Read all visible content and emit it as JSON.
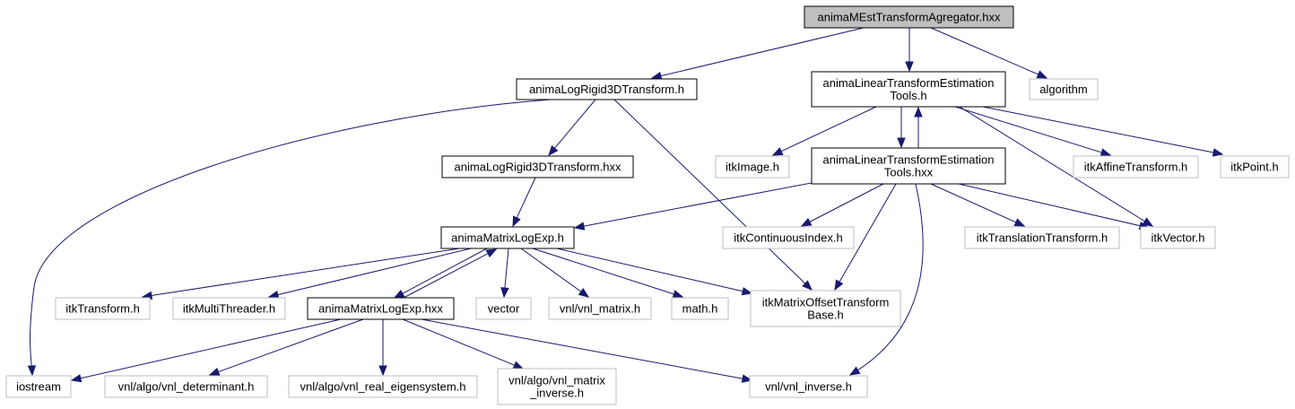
{
  "graph": {
    "nodes": {
      "root": {
        "lines": [
          "animaMEstTransformAgregator.hxx"
        ],
        "kind": "root"
      },
      "logrigid_h": {
        "lines": [
          "animaLogRigid3DTransform.h"
        ],
        "kind": "local"
      },
      "linear_tools_h": {
        "lines": [
          "animaLinearTransformEstimation",
          "Tools.h"
        ],
        "kind": "local"
      },
      "algorithm": {
        "lines": [
          "algorithm"
        ],
        "kind": "external"
      },
      "logrigid_hxx": {
        "lines": [
          "animaLogRigid3DTransform.hxx"
        ],
        "kind": "local"
      },
      "itkImage": {
        "lines": [
          "itkImage.h"
        ],
        "kind": "external"
      },
      "linear_tools_hxx": {
        "lines": [
          "animaLinearTransformEstimation",
          "Tools.hxx"
        ],
        "kind": "local"
      },
      "itkAffine": {
        "lines": [
          "itkAffineTransform.h"
        ],
        "kind": "external"
      },
      "itkPoint": {
        "lines": [
          "itkPoint.h"
        ],
        "kind": "external"
      },
      "matrixlogexp_h": {
        "lines": [
          "animaMatrixLogExp.h"
        ],
        "kind": "local"
      },
      "itkContinuousIndex": {
        "lines": [
          "itkContinuousIndex.h"
        ],
        "kind": "external"
      },
      "itkTranslation": {
        "lines": [
          "itkTranslationTransform.h"
        ],
        "kind": "external"
      },
      "itkVector": {
        "lines": [
          "itkVector.h"
        ],
        "kind": "external"
      },
      "itkTransform": {
        "lines": [
          "itkTransform.h"
        ],
        "kind": "external"
      },
      "itkMultiThreader": {
        "lines": [
          "itkMultiThreader.h"
        ],
        "kind": "external"
      },
      "matrixlogexp_hxx": {
        "lines": [
          "animaMatrixLogExp.hxx"
        ],
        "kind": "local"
      },
      "vector": {
        "lines": [
          "vector"
        ],
        "kind": "external"
      },
      "vnl_matrix": {
        "lines": [
          "vnl/vnl_matrix.h"
        ],
        "kind": "external"
      },
      "math": {
        "lines": [
          "math.h"
        ],
        "kind": "external"
      },
      "itkMatrixOffset": {
        "lines": [
          "itkMatrixOffsetTransform",
          "Base.h"
        ],
        "kind": "external"
      },
      "iostream": {
        "lines": [
          "iostream"
        ],
        "kind": "external"
      },
      "vnl_determinant": {
        "lines": [
          "vnl/algo/vnl_determinant.h"
        ],
        "kind": "external"
      },
      "vnl_eigensystem": {
        "lines": [
          "vnl/algo/vnl_real_eigensystem.h"
        ],
        "kind": "external"
      },
      "vnl_matrix_inverse": {
        "lines": [
          "vnl/algo/vnl_matrix",
          "_inverse.h"
        ],
        "kind": "external"
      },
      "vnl_inverse": {
        "lines": [
          "vnl/vnl_inverse.h"
        ],
        "kind": "external"
      }
    },
    "edges": [
      [
        "root",
        "logrigid_h"
      ],
      [
        "root",
        "linear_tools_h"
      ],
      [
        "root",
        "algorithm"
      ],
      [
        "logrigid_h",
        "logrigid_hxx"
      ],
      [
        "logrigid_h",
        "iostream"
      ],
      [
        "logrigid_h",
        "itkMatrixOffset"
      ],
      [
        "logrigid_hxx",
        "matrixlogexp_h"
      ],
      [
        "linear_tools_h",
        "itkImage"
      ],
      [
        "linear_tools_h",
        "linear_tools_hxx"
      ],
      [
        "linear_tools_h",
        "itkAffine"
      ],
      [
        "linear_tools_h",
        "itkPoint"
      ],
      [
        "linear_tools_h",
        "itkVector"
      ],
      [
        "linear_tools_hxx",
        "linear_tools_h"
      ],
      [
        "linear_tools_hxx",
        "matrixlogexp_h"
      ],
      [
        "linear_tools_hxx",
        "itkContinuousIndex"
      ],
      [
        "linear_tools_hxx",
        "itkTranslation"
      ],
      [
        "linear_tools_hxx",
        "itkVector"
      ],
      [
        "linear_tools_hxx",
        "itkMatrixOffset"
      ],
      [
        "linear_tools_hxx",
        "vnl_inverse"
      ],
      [
        "matrixlogexp_h",
        "itkTransform"
      ],
      [
        "matrixlogexp_h",
        "itkMultiThreader"
      ],
      [
        "matrixlogexp_h",
        "matrixlogexp_hxx"
      ],
      [
        "matrixlogexp_h",
        "vector"
      ],
      [
        "matrixlogexp_h",
        "vnl_matrix"
      ],
      [
        "matrixlogexp_h",
        "math"
      ],
      [
        "matrixlogexp_h",
        "itkMatrixOffset"
      ],
      [
        "matrixlogexp_hxx",
        "matrixlogexp_h"
      ],
      [
        "matrixlogexp_hxx",
        "iostream"
      ],
      [
        "matrixlogexp_hxx",
        "vnl_determinant"
      ],
      [
        "matrixlogexp_hxx",
        "vnl_eigensystem"
      ],
      [
        "matrixlogexp_hxx",
        "vnl_matrix_inverse"
      ],
      [
        "matrixlogexp_hxx",
        "vnl_inverse"
      ]
    ]
  },
  "colors": {
    "edge": "#191970",
    "root_fill": "#bfbfbf",
    "local_border": "#000000",
    "external_border": "#bfbfbf"
  }
}
